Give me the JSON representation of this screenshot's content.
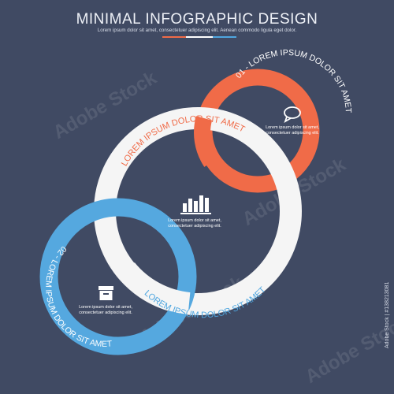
{
  "header": {
    "title": "MINIMAL INFOGRAPHIC DESIGN",
    "subtitle": "Lorem ipsum dolor sit amet, consectetuer adipiscing elit. Aenean commodo ligula eget dolor.",
    "accent_colors": [
      "#f06b48",
      "#ffffff",
      "#4fa6df"
    ]
  },
  "colors": {
    "background": "#404a63",
    "orange": "#f06b48",
    "white_ring": "#f7f7f7",
    "blue": "#55a8df"
  },
  "steps": [
    {
      "number": "01",
      "ring_label": "01 - LOREM IPSUM DOLOR SIT AMET",
      "icon": "speech-bubble-icon",
      "caption_line1": "Lorem ipsum dolor sit amet,",
      "caption_line2": "consectetuer adipiscing elit."
    },
    {
      "number": "",
      "ring_label_top": "LOREM IPSUM DOLOR SIT AMET",
      "ring_label_bottom": "LOREM IPSUM DOLOR SIT AMET",
      "icon": "bar-chart-icon",
      "caption_line1": "Lorem ipsum dolor sit amet,",
      "caption_line2": "consectetuer adipiscing elit."
    },
    {
      "number": "02",
      "ring_label": "02 - LOREM IPSUM DOLOR SIT AMET",
      "icon": "archive-box-icon",
      "caption_line1": "Lorem ipsum dolor sit amet,",
      "caption_line2": "consectetuer adipiscing elit."
    }
  ],
  "stock_id": "Adobe Stock | #138213081",
  "watermark": "Adobe Stock"
}
